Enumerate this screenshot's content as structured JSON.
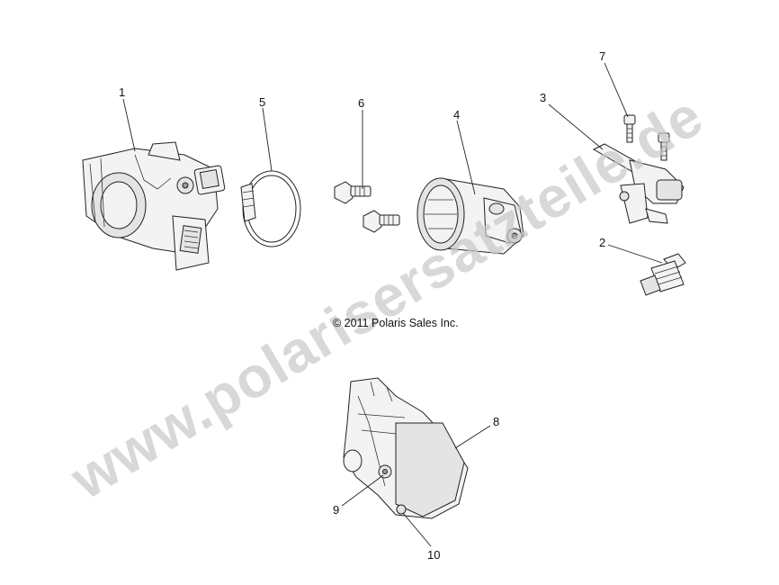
{
  "callouts": [
    "1",
    "2",
    "3",
    "4",
    "5",
    "6",
    "7",
    "8",
    "9",
    "10"
  ],
  "copyright": "© 2011 Polaris Sales Inc.",
  "watermark": "www.polarisersatzteile.de"
}
